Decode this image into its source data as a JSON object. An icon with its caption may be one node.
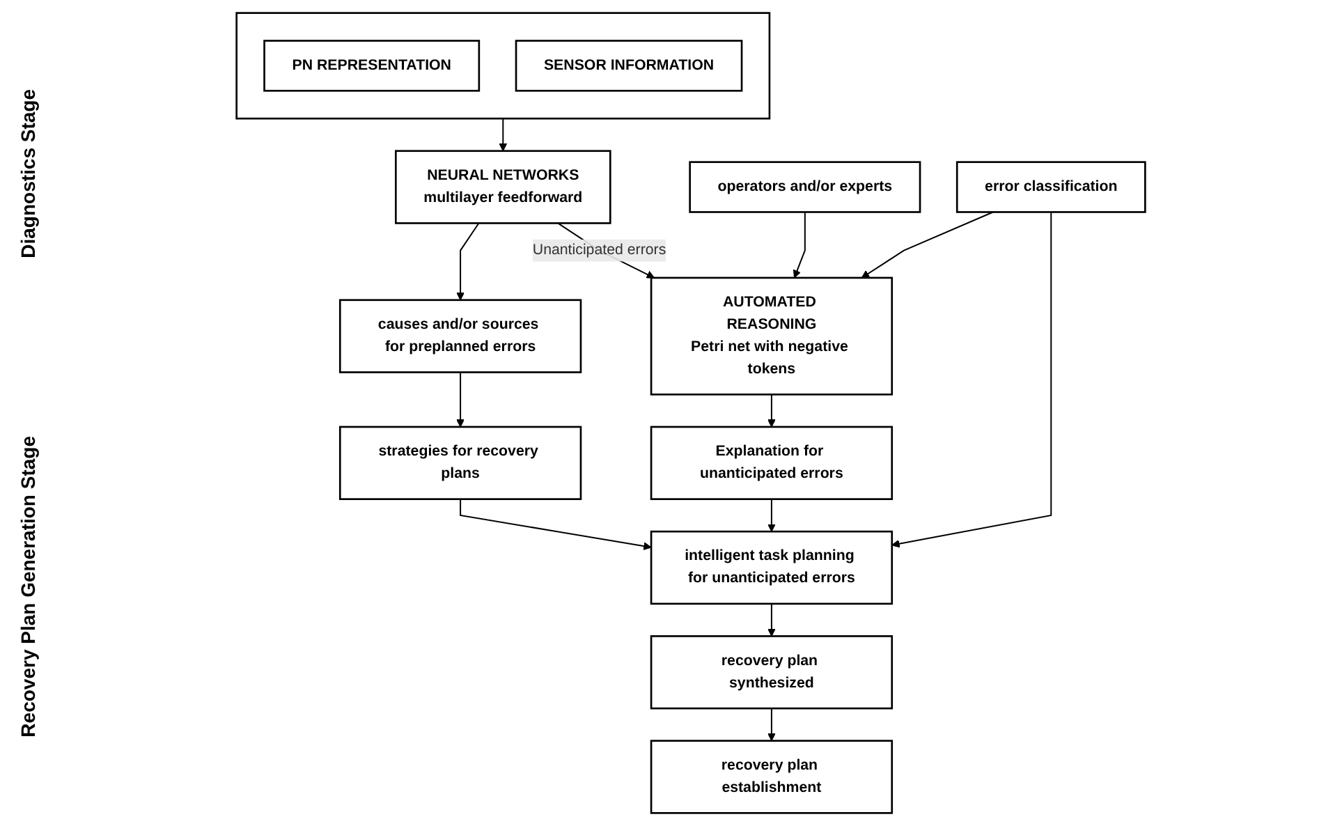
{
  "diagram": {
    "nodes": [
      {
        "text": [],
        "shape": "box"
      },
      {
        "text": [
          "PN REPRESENTATION"
        ],
        "in": 0
      },
      {
        "text": [
          "SENSOR INFORMATION"
        ],
        "in": 0
      },
      {
        "text": [
          "NEURAL NETWORKS",
          "multilayer feedforward"
        ]
      },
      {
        "text": [
          "operators and/or experts"
        ]
      },
      {
        "text": [
          "AUTOMATED REASONING",
          "Petri net with negative tokens"
        ]
      },
      {
        "text": [
          "causes and/or sources for preplanned errors"
        ]
      },
      {
        "text": [
          "Explanation for unanticipated errors"
        ]
      },
      {
        "text": [
          "error classification"
        ]
      },
      {
        "text": [
          "strategies for recovery plans"
        ]
      },
      {
        "text": [
          "intelligent task planning for unanticipated errors"
        ]
      },
      {
        "text": [
          "recovery plan synthesized"
        ]
      },
      {
        "text": [
          "recovery plan establishment"
        ]
      }
    ],
    "edges": [
      {
        "from": 0,
        "to": 3,
        "arrow": "to"
      },
      {
        "from": 4,
        "to": 5,
        "arrow": "to"
      },
      {
        "from": 3,
        "to": 6,
        "arrow": "to"
      },
      {
        "from": 3,
        "to": 5,
        "arrow": "to",
        "label": "Unanticipated errors"
      },
      {
        "from": 5,
        "to": 7,
        "arrow": "to"
      },
      {
        "from": 8,
        "to": 5,
        "arrow": "to"
      },
      {
        "from": 8,
        "to": 10,
        "arrow": "to"
      },
      {
        "from": 6,
        "to": 9,
        "arrow": "to"
      },
      {
        "from": 7,
        "to": 10,
        "arrow": "to"
      },
      {
        "from": 9,
        "to": 10,
        "arrow": "to"
      },
      {
        "from": 10,
        "to": 11,
        "arrow": "to"
      },
      {
        "from": 11,
        "to": 12,
        "arrow": "to"
      }
    ],
    "labels": [
      "Diagnostics Stage",
      "Recovery Plan Generation Stage"
    ]
  }
}
